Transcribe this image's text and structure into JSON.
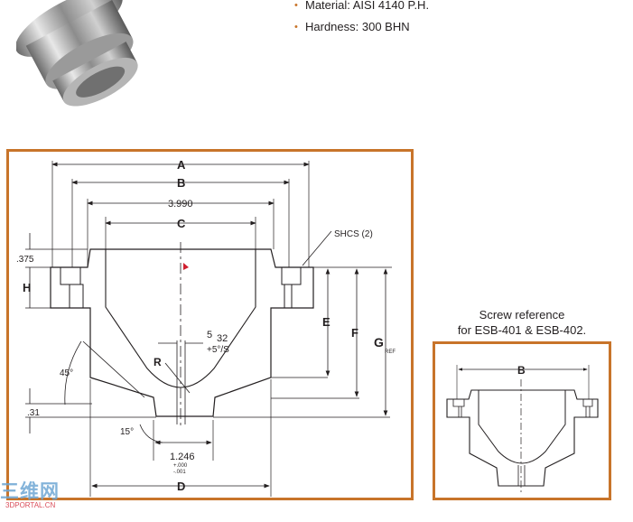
{
  "specs": [
    {
      "text": "Material: AISI 4140 P.H."
    },
    {
      "text": "Hardness: 300 BHN"
    }
  ],
  "drawing": {
    "dim_a": "A",
    "dim_b": "B",
    "dim_3990": "3.990",
    "dim_c": "C",
    "dim_375": ".375",
    "dim_h": "H",
    "shcs": "SHCS (2)",
    "dim_e": "E",
    "dim_f": "F",
    "dim_g": "G",
    "dim_g_sub": "REF",
    "slot_top": "5",
    "slot_bottom": "32",
    "slot_tol": "+5°/S",
    "dim_r": "R",
    "angle_45": "45°",
    "dim_31": ".31",
    "angle_15": "15°",
    "dim_1246": "1.246",
    "tol_plus": "+.000",
    "tol_minus": "-.001",
    "dim_d": "D"
  },
  "reference": {
    "caption_line1": "Screw reference",
    "caption_line2": "for ESB-401 & ESB-402.",
    "dim_b": "B"
  },
  "watermark": {
    "text": "三维网",
    "sub": "3DPORTAL.CN"
  },
  "colors": {
    "frame": "#c8742a",
    "ink": "#231f20",
    "marker": "#d02030"
  }
}
